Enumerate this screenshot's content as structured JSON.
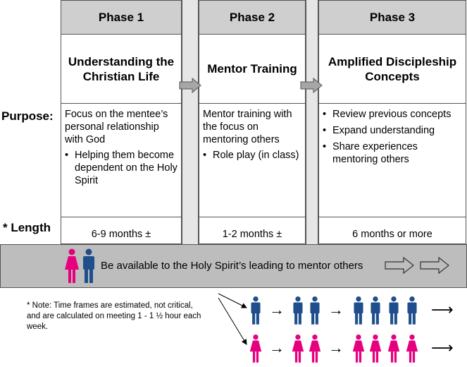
{
  "row_labels": {
    "purpose": "Purpose:",
    "length": "* Length"
  },
  "phases": [
    {
      "header": "Phase 1",
      "title": "Understanding the Christian Life",
      "intro": "Focus on the mentee’s personal relationship with God",
      "bullets": [
        "Helping them become dependent on the Holy  Spirit"
      ],
      "length": "6-9 months  ±"
    },
    {
      "header": "Phase 2",
      "title": "Mentor Training",
      "intro": "Mentor training with the focus on mentoring others",
      "bullets": [
        "Role play (in class)"
      ],
      "length": "1-2 months  ±"
    },
    {
      "header": "Phase 3",
      "title": "Amplified Discipleship Concepts",
      "intro": "",
      "bullets": [
        "Review previous concepts",
        "Expand understanding",
        "Share experiences mentoring others"
      ],
      "length": "6 months  or more"
    }
  ],
  "banner": {
    "text": "Be available to the Holy Spirit’s leading to mentor others"
  },
  "note": "* Note: Time frames are estimated, not critical, and are calculated on meeting 1 - 1 ½ hour each week.",
  "colors": {
    "header_bg": "#cfcfcf",
    "banner_bg": "#bdbdbd",
    "male": "#1f4e8c",
    "female": "#e6007e",
    "connector": "#a6a6a6"
  },
  "icons": {
    "male": "man-icon",
    "female": "woman-icon",
    "connector": "block-arrow-icon",
    "flow": "arrow-right-icon"
  }
}
